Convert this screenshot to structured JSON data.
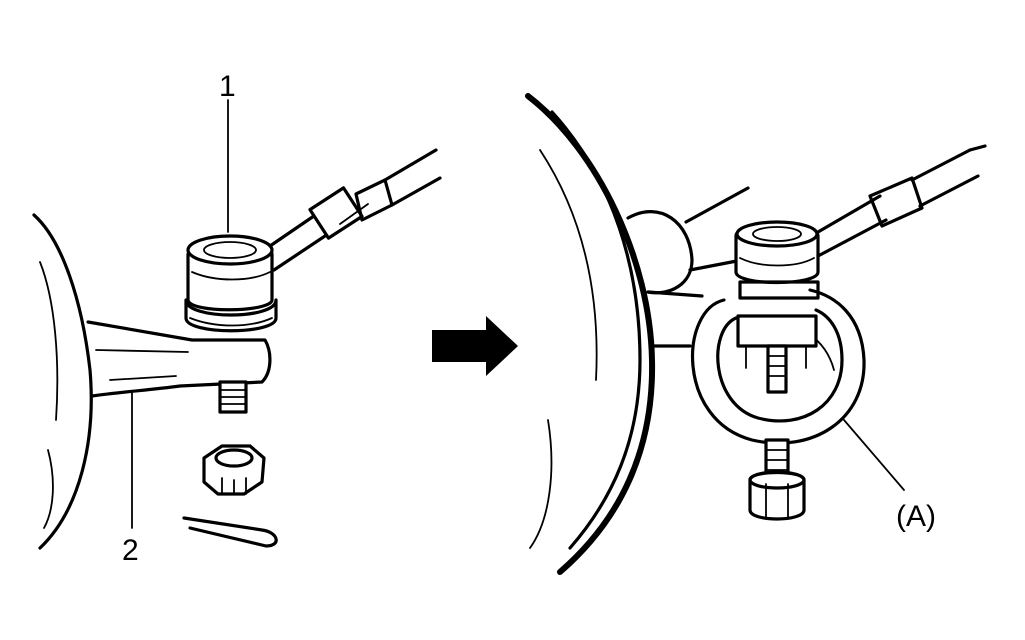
{
  "callouts": {
    "part_1": "1",
    "part_2": "2",
    "tool_a": "(A)"
  },
  "icons": {
    "direction": "right-arrow-icon"
  },
  "colors": {
    "ink": "#000000",
    "paper": "#ffffff"
  }
}
